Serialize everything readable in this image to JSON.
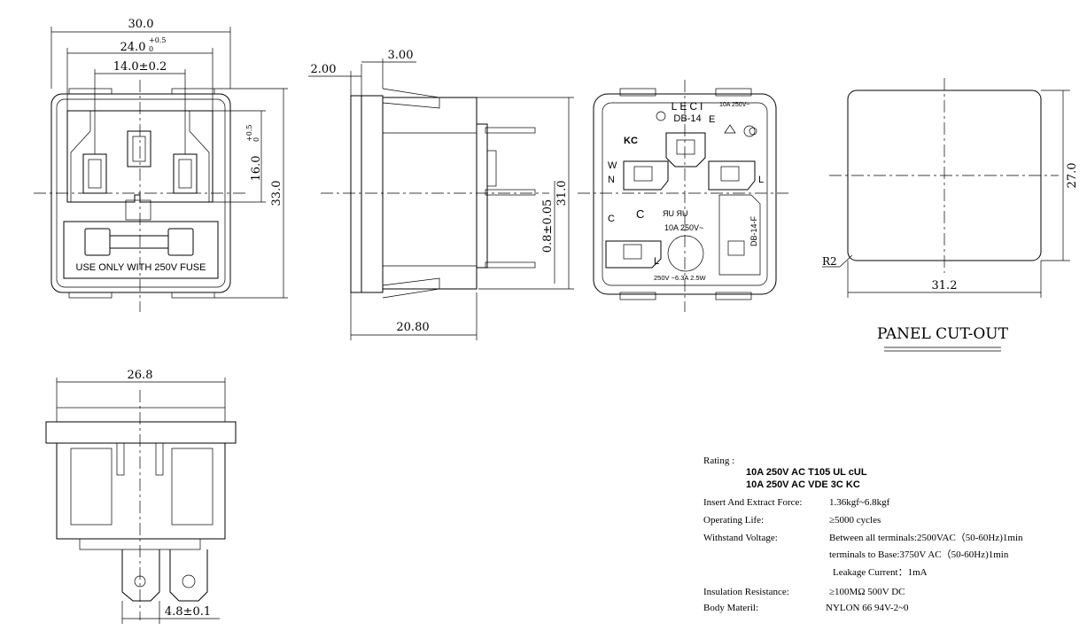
{
  "front_view": {
    "dim_width_overall": "30.0",
    "dim_width_inner": "24.0",
    "dim_width_inner_tol_upper": "+0.5",
    "dim_width_inner_tol_lower": "0",
    "dim_pin_span": "14.0±0.2",
    "dim_height_inner": "16.0",
    "dim_height_inner_tol_upper": "+0.5",
    "dim_height_inner_tol_lower": "0",
    "dim_height_overall": "33.0",
    "fuse_label": "USE ONLY WITH 250V FUSE"
  },
  "side_view": {
    "dim_flange": "2.00",
    "dim_clip": "3.00",
    "dim_depth": "20.80",
    "dim_body_height": "31.0",
    "dim_terminal_thickness": "0.8±0.05"
  },
  "rear_view": {
    "brand": "LECI",
    "model": "DB-14",
    "model_side": "DB-14-F",
    "rating_small": "10A 250V~",
    "rating_center": "10A 250V~",
    "fuse_rating": "250V ~6.3A 2.5W",
    "terminal_w": "W",
    "terminal_n": "N",
    "terminal_c_left": "C",
    "terminal_c_center": "C",
    "terminal_l_right": "L",
    "terminal_l_bottom": "L",
    "mark_e": "E",
    "mark_kc": "KC",
    "mark_ul": "ЯU ЯU"
  },
  "panel_cutout": {
    "dim_width": "31.2",
    "dim_height": "27.0",
    "radius": "R2",
    "title": "PANEL CUT-OUT"
  },
  "bottom_view": {
    "dim_width": "26.8",
    "dim_terminal": "4.8±0.1"
  },
  "specs": {
    "rating_label": "Rating :",
    "rating_line1": "10A 250V AC   T105   UL    cUL",
    "rating_line2": "10A 250V AC   VDE   3C    KC",
    "rows": [
      {
        "label": "Insert And Extract Force:",
        "value": "1.36kgf~6.8kgf"
      },
      {
        "label": "Operating Life:",
        "value": "≥5000  cycles"
      },
      {
        "label": "Withstand Voltage:",
        "value": "Between all terminals:2500VAC（50-60Hz)1min"
      },
      {
        "label": "",
        "value": "terminals to Base:3750V AC（50-60Hz)1min"
      },
      {
        "label": "",
        "value": "Leakage Current：1mA"
      },
      {
        "label": "Insulation Resistance:",
        "value": "≥100MΩ  500V DC"
      },
      {
        "label": "Body Materil:",
        "value": "NYLON 66  94V-2~0"
      }
    ]
  }
}
